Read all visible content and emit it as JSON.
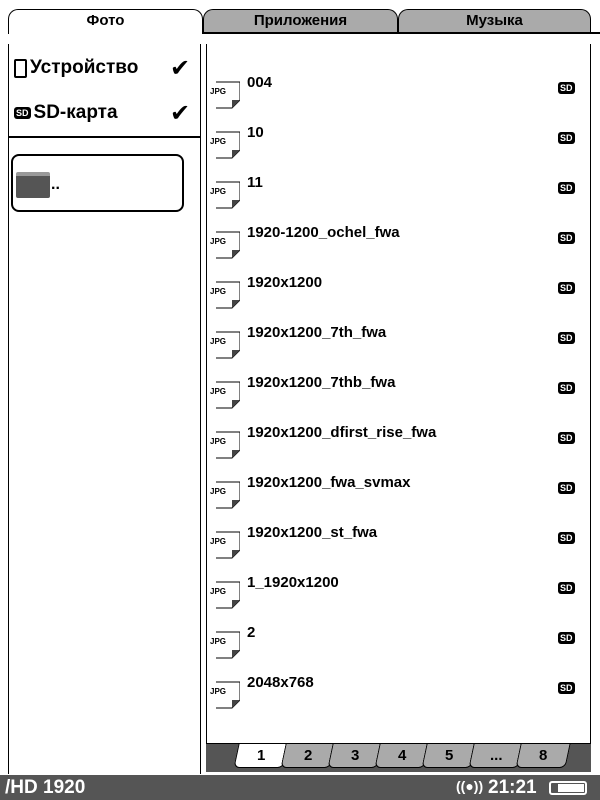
{
  "tabs": [
    {
      "label": "Фото",
      "active": true
    },
    {
      "label": "Приложения",
      "active": false
    },
    {
      "label": "Музыка",
      "active": false
    }
  ],
  "sources": [
    {
      "label": "Устройство",
      "icon": "device-icon",
      "checked": true
    },
    {
      "label": "SD-карта",
      "icon": "sd-icon",
      "checked": true
    }
  ],
  "folder": {
    "label": ".."
  },
  "sd_badge": "SD",
  "jpg_label": "JPG",
  "files": [
    "004",
    "10",
    "11",
    "1920-1200_ochel_fwa",
    "1920x1200",
    "1920x1200_7th_fwa",
    "1920x1200_7thb_fwa",
    "1920x1200_dfirst_rise_fwa",
    "1920x1200_fwa_svmax",
    "1920x1200_st_fwa",
    "1_1920x1200",
    "2",
    "2048x768"
  ],
  "pages": [
    "1",
    "2",
    "3",
    "4",
    "5",
    "...",
    "8"
  ],
  "current_page": "1",
  "status": {
    "path": "/HD 1920",
    "time": "21:21",
    "battery_level": 0.8
  }
}
